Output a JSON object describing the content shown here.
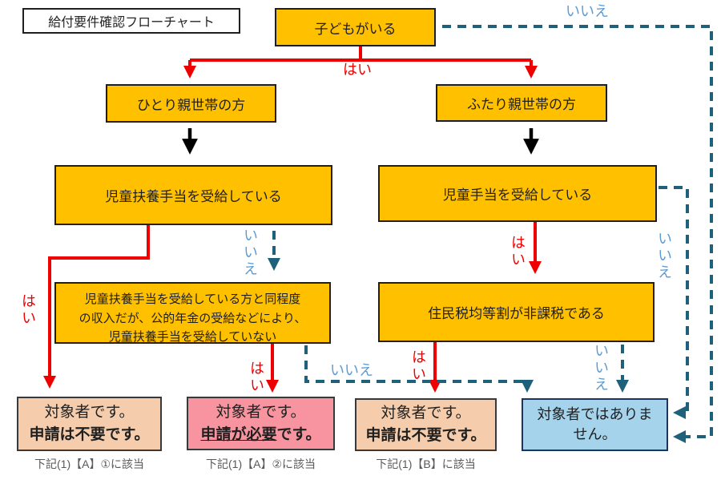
{
  "title": "給付要件確認フローチャート",
  "labels": {
    "yes": "はい",
    "no": "いいえ"
  },
  "nodes": {
    "start": "子どもがいる",
    "single_parent": "ひとり親世帯の方",
    "two_parent": "ふたり親世帯の方",
    "cfa_receiving": "児童扶養手当を受給している",
    "ca_receiving": "児童手当を受給している",
    "pension_line1": "児童扶養手当を受給している方と同程度",
    "pension_line2": "の収入だが、公的年金の受給などにより、",
    "pension_line3": "児童扶養手当を受給していない",
    "tax_exempt": "住民税均等割が非課税である"
  },
  "results": {
    "r1": {
      "line1": "対象者です。",
      "line2": "申請は不要です。",
      "caption": "下記(1)【A】①に該当"
    },
    "r2": {
      "line1": "対象者です。",
      "line2_underline": "申請が必要",
      "line2_rest": "です。",
      "caption": "下記(1)【A】②に該当"
    },
    "r3": {
      "line1": "対象者です。",
      "line2": "申請は不要です。",
      "caption": "下記(1)【B】に該当"
    },
    "r4": {
      "text": "対象者ではありません。"
    }
  },
  "colors": {
    "node_fill": "#FFC000",
    "yes_red": "#EE0000",
    "no_dash_line": "#1F607A",
    "no_label": "#5B9BD5",
    "result_peach": "#F5CDAC",
    "result_pink": "#F8949F",
    "result_blue_fill": "#A5D3EC",
    "result_blue_border": "#17375E"
  }
}
